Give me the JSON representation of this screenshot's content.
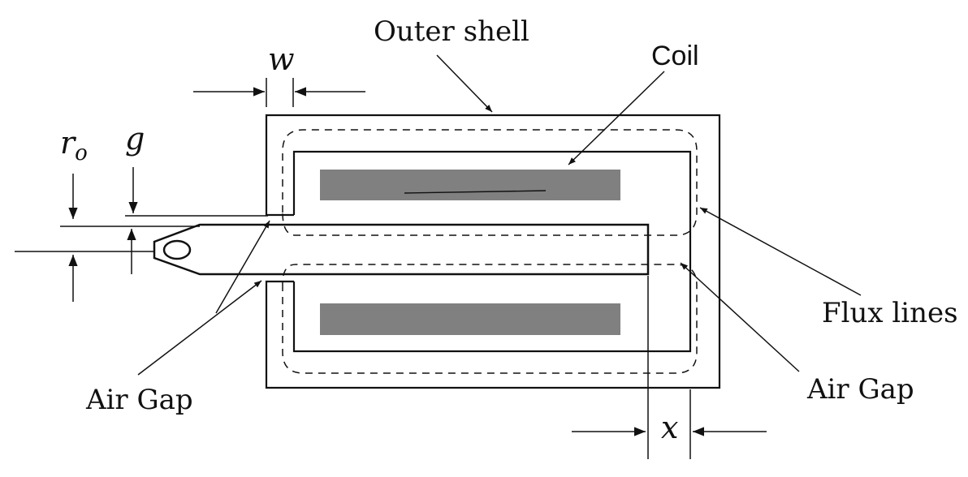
{
  "labels": {
    "outer_shell": "Outer shell",
    "coil": "Coil",
    "w": "w",
    "r": "r",
    "r_sub": "o",
    "g": "g",
    "flux_lines": "Flux lines",
    "air_gap_left": "Air Gap",
    "air_gap_right": "Air Gap",
    "x": "x"
  },
  "colors": {
    "line": "#111111",
    "coil_fill": "#808080",
    "background": "#ffffff"
  }
}
